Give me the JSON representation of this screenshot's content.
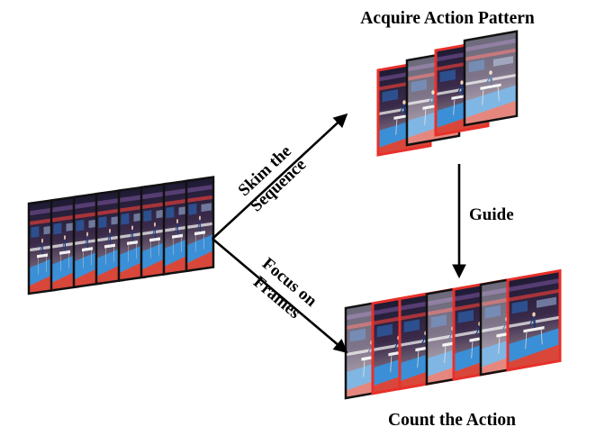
{
  "labels": {
    "top_title": "Acquire Action Pattern",
    "bottom_title": "Count the Action",
    "guide": "Guide",
    "skim_line1": "Skim the",
    "skim_line2": "Sequence",
    "focus_line1": "Focus on",
    "focus_line2": "Frames"
  },
  "colors": {
    "highlight_border": "#e8302a",
    "plain_border": "#111111",
    "arrow": "#000000",
    "floor_blue": "#3b8fd6",
    "floor_red": "#d8473a",
    "arena_dark": "#2a2140"
  },
  "icons": {
    "input_stack": "video-frame-stack-icon",
    "pattern_stack": "selected-frames-stack-icon",
    "count_stack": "dense-frames-stack-icon"
  },
  "stacks": {
    "pattern_frames": [
      "highlighted",
      "plain",
      "highlighted",
      "plain"
    ],
    "count_frames": [
      "plain",
      "highlighted",
      "highlighted",
      "plain",
      "highlighted",
      "plain",
      "highlighted"
    ]
  }
}
